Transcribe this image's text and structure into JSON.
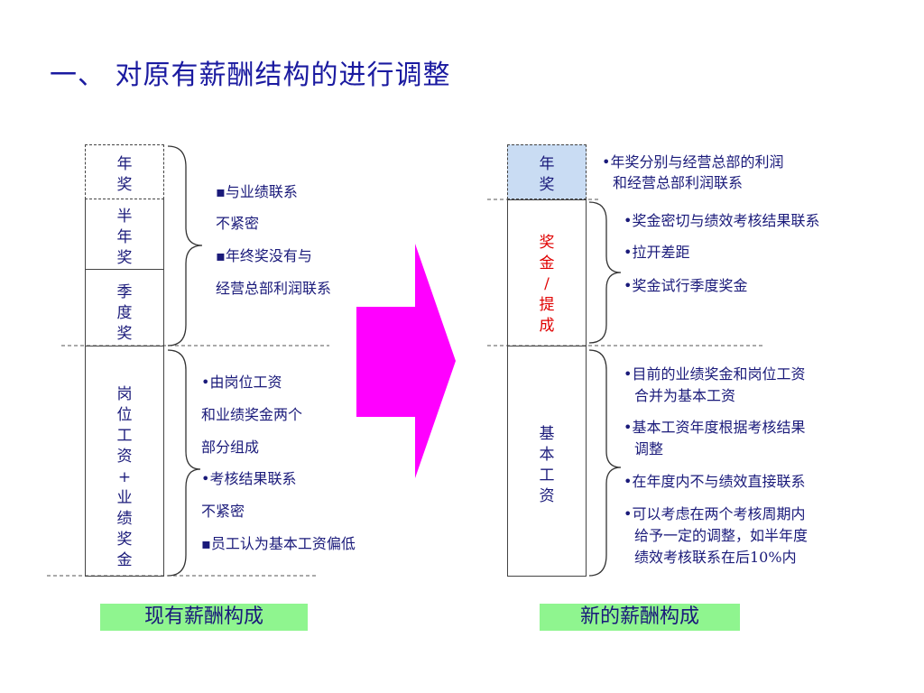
{
  "title": "一、 对原有薪酬结构的进行调整",
  "left": {
    "annual": "年奖",
    "half": "半年奖",
    "quarter": "季度奖",
    "base": "岗位工资+业绩奖金",
    "notes_top": [
      "▪与业绩联系",
      "不紧密",
      "▪年终奖没有与",
      "经营总部利润联系"
    ],
    "notes_bottom": [
      "•由岗位工资",
      "和业绩奖金两个",
      "部分组成",
      "•考核结果联系",
      "不紧密",
      "▪员工认为基本工资偏低"
    ],
    "caption": "现有薪酬构成"
  },
  "right": {
    "annual": "年奖",
    "bonus": "奖金/提成",
    "base": "基本工资",
    "notes_annual": [
      "•年奖分别与经营总部的利润",
      "和经营总部利润联系"
    ],
    "notes_mid": [
      "•奖金密切与绩效考核结果联系",
      "•拉开差距",
      "•奖金试行季度奖金"
    ],
    "notes_bottom": [
      "•目前的业绩奖金和岗位工资",
      "合并为基本工资",
      "•基本工资年度根据考核结果",
      "调整",
      "•在年度内不与绩效直接联系",
      "•可以考虑在两个考核周期内",
      "给予一定的调整，如半年度",
      "绩效考核联系在后10%内"
    ],
    "caption": "新的薪酬构成"
  },
  "colors": {
    "arrow": "#ff00ff",
    "caption_bg": "#8ff58f",
    "text": "#1a1a7a",
    "bonus_text": "#e00000",
    "annual_fill": "#c9dcf3"
  }
}
